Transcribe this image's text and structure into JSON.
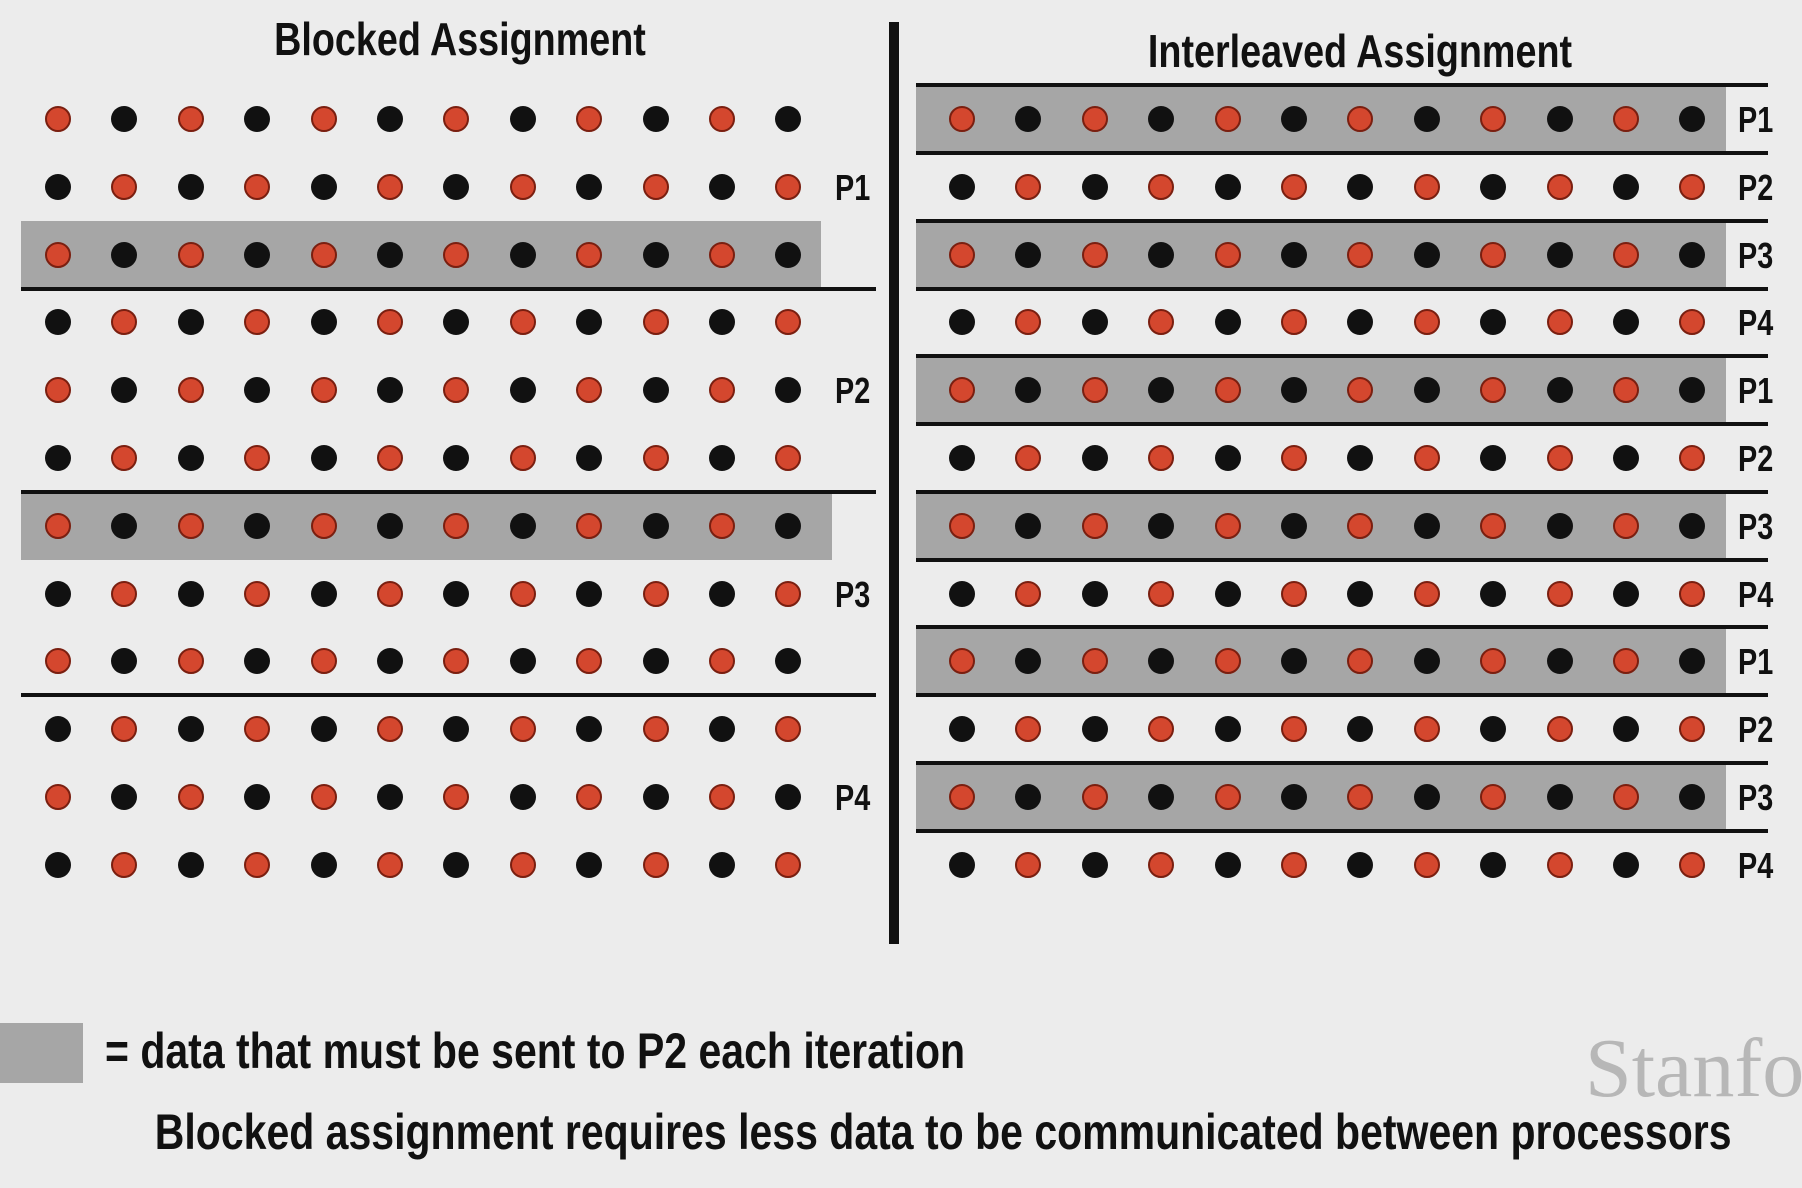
{
  "blocked": {
    "title": "Blocked Assignment",
    "processor_labels": [
      {
        "label": "P1",
        "row": 1
      },
      {
        "label": "P2",
        "row": 4
      },
      {
        "label": "P3",
        "row": 7
      },
      {
        "label": "P4",
        "row": 10
      }
    ],
    "shaded_rows": [
      2,
      6
    ],
    "separators_after_rows": [
      2,
      5,
      8
    ]
  },
  "interleaved": {
    "title": "Interleaved Assignment",
    "row_labels": [
      "P1",
      "P2",
      "P3",
      "P4",
      "P1",
      "P2",
      "P3",
      "P4",
      "P1",
      "P2",
      "P3",
      "P4"
    ],
    "shaded_rows": [
      0,
      2,
      4,
      6,
      8,
      10
    ]
  },
  "grid": {
    "rows": 12,
    "cols": 12
  },
  "colors": {
    "red_dot": "#d4472e",
    "black_dot": "#111111",
    "shade": "#a6a6a6",
    "background": "#ececec"
  },
  "legend": {
    "text": "= data that must be sent to P2 each iteration"
  },
  "caption": "Blocked assignment requires less data to be communicated between processors",
  "watermark": "Stanford"
}
